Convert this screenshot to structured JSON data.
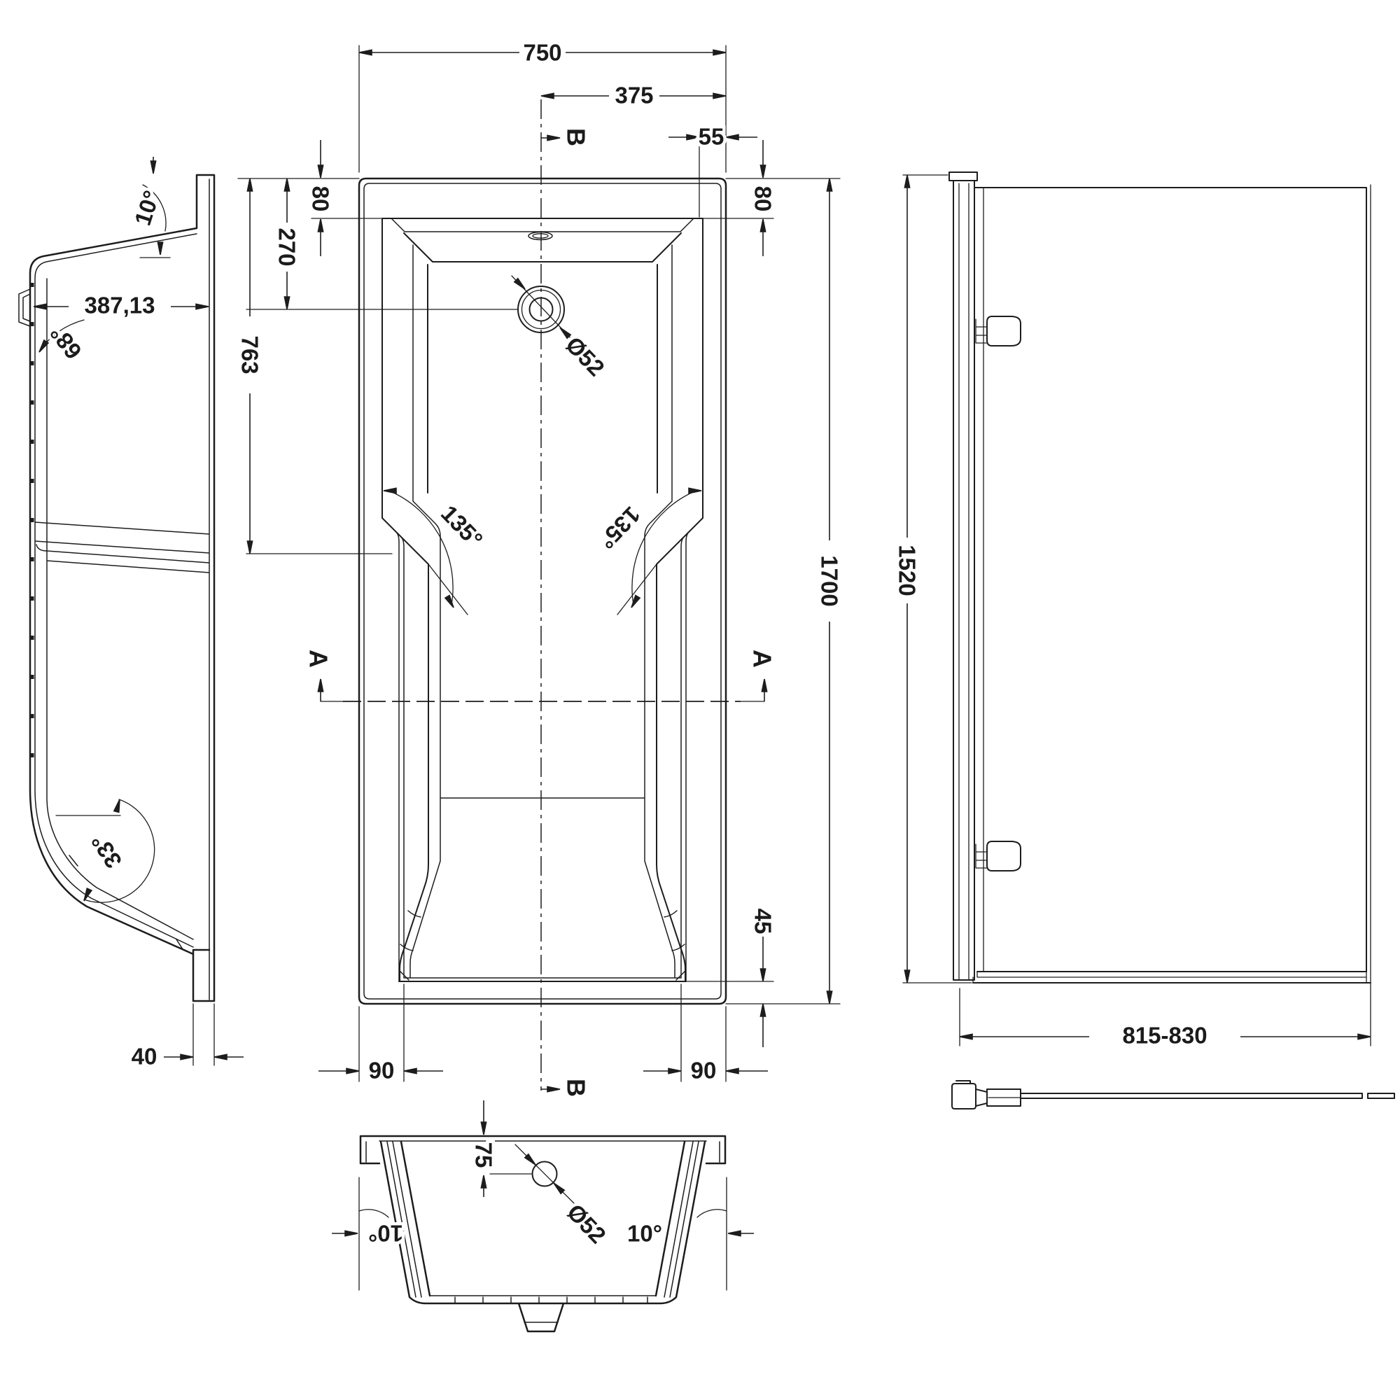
{
  "plan": {
    "width_top": "750",
    "width_half": "375",
    "offset_overflow": "55",
    "rim_top_left": "80",
    "rim_top_right": "80",
    "drain_from_top": "270",
    "seat_from_top": "763",
    "length": "1700",
    "angle_left": "135°",
    "angle_right": "135°",
    "drain_dia": "Ø52",
    "rim_bottom": "45",
    "foot_left": "90",
    "foot_right": "90",
    "marker_a": "A",
    "marker_b": "B"
  },
  "side_profile": {
    "top_angle": "10°",
    "depth": "387,13",
    "wall_angle": "68°",
    "bottom_angle": "33°",
    "base_width": "40"
  },
  "section": {
    "drain_depth": "75",
    "drain_dia": "Ø52",
    "wall_angle_left": "10°",
    "wall_angle_right": "10°"
  },
  "screen": {
    "height": "1520",
    "width_range": "815-830"
  },
  "colors": {
    "line": "#1d1d1d",
    "background": "#ffffff"
  }
}
